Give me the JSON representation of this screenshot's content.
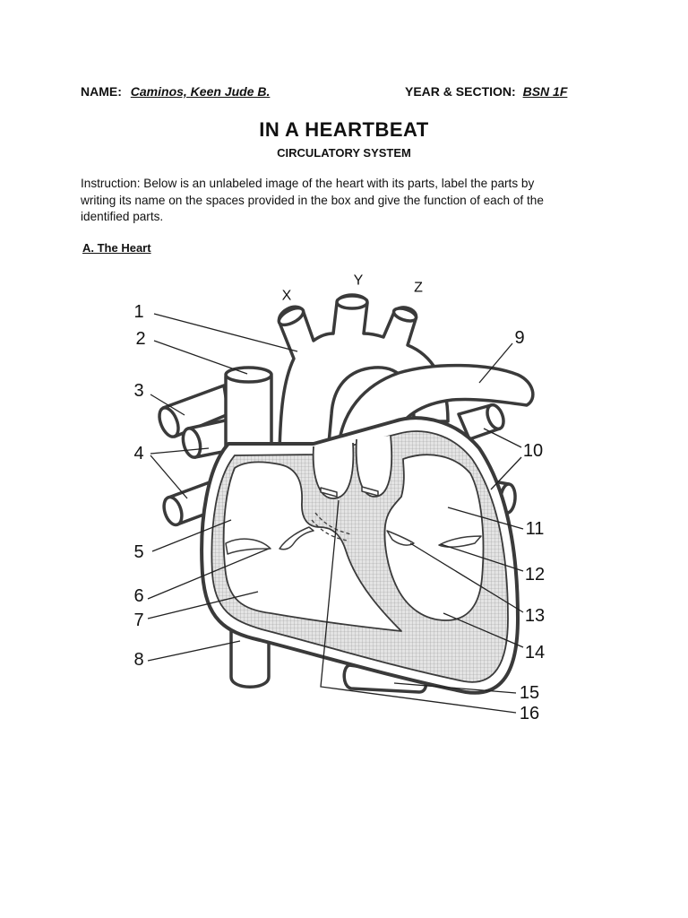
{
  "header": {
    "name_label": "NAME:",
    "name_value": "Caminos, Keen Jude B.",
    "section_label": "YEAR & SECTION:",
    "section_value": "BSN 1F"
  },
  "title": "IN A HEARTBEAT",
  "subtitle": "CIRCULATORY SYSTEM",
  "instruction_lines": [
    "Instruction: Below is an unlabeled image of the heart with its parts, label the parts by",
    "writing its name on the spaces provided in the box and give the function of each of the",
    "identified parts."
  ],
  "section_a_heading": "A. The Heart",
  "diagram": {
    "vessel_letters": [
      "X",
      "Y",
      "Z"
    ],
    "part_numbers": [
      "1",
      "2",
      "3",
      "4",
      "5",
      "6",
      "7",
      "8",
      "9",
      "10",
      "11",
      "12",
      "13",
      "14",
      "15",
      "16"
    ]
  }
}
